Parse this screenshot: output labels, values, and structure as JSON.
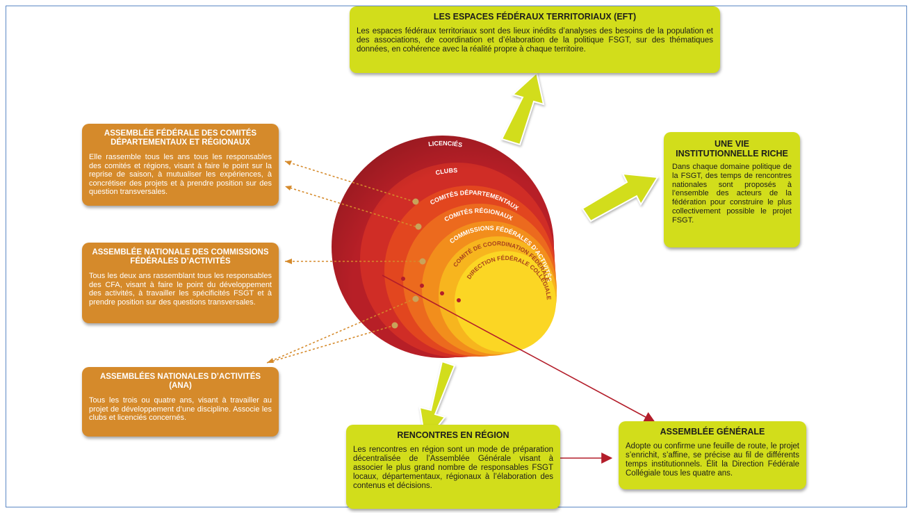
{
  "colors": {
    "yellow_box": "#d2dd1b",
    "orange_box": "#d58a2b",
    "arrow_line": "#b31d2a",
    "outer_ring": "#b71f27",
    "frame_border": "#5b87c5"
  },
  "boxes": {
    "eft": {
      "title": "LES ESPACES FÉDÉRAUX TERRITORIAUX (EFT)",
      "body": "Les espaces fédéraux territoriaux sont des lieux inédits d’analyses des besoins de la population et des associations, de coordination et d’élaboration de la politique FSGT, sur des thématiques données, en cohérence avec la réalité propre à chaque territoire."
    },
    "vie_institutionnelle": {
      "title": "UNE VIE INSTITUTIONNELLE RICHE",
      "body": "Dans chaque domaine politique de la FSGT, des temps de rencontres nationales sont proposés à l’ensemble des acteurs de la fédération pour construire le plus collectivement possible le projet FSGT."
    },
    "assemblee_federale": {
      "title": "ASSEMBLÉE FÉDÉRALE DES COMITÉS DÉPARTEMENTAUX ET RÉGIONAUX",
      "body": "Elle rassemble tous les ans tous les responsables des comités et régions, visant à faire le point sur la reprise de saison, à mutualiser les expériences, à concrétiser des projets et à prendre position sur des question transversales."
    },
    "assemblee_nationale_cfa": {
      "title": "ASSEMBLÉE NATIONALE DES COMMISSIONS FÉDÉRALES D’ACTIVITÉS",
      "body": "Tous les deux ans rassemblant tous les responsables des CFA, visant à faire le point du développement des activités, à travailler les spécificités FSGT et à prendre position sur des questions transversales."
    },
    "ana": {
      "title": "ASSEMBLÉES NATIONALES D’ACTIVITÉS (ANA)",
      "body": "Tous les trois ou quatre ans, visant à travailler au projet de développement d’une discipline. Associe les clubs et licenciés concernés."
    },
    "rencontres_region": {
      "title": "RENCONTRES EN RÉGION",
      "body": "Les rencontres en région sont un mode de préparation décentralisée de l’Assemblée Générale visant à associer le plus grand nombre de responsables FSGT locaux, départementaux, régionaux à l’élaboration des contenus et décisions."
    },
    "assemblee_generale": {
      "title": "ASSEMBLÉE GÉNÉRALE",
      "body": "Adopte ou confirme une feuille de route, le projet s’enrichit, s’affine, se précise au fil de différents temps institutionnels. Élit la Direction Fédérale Collégiale tous les quatre ans."
    }
  },
  "circles": [
    {
      "label": "LICENCIÉS",
      "color": "#b71f27"
    },
    {
      "label": "CLUBS",
      "color": "#d02d26"
    },
    {
      "label": "COMITÉS DÉPARTEMENTAUX",
      "color": "#e2461f"
    },
    {
      "label": "COMITÉS RÉGIONAUX",
      "color": "#ec6a1e"
    },
    {
      "label": "COMMISSIONS FÉDÉRALES D’ACTIVITÉS",
      "color": "#f28e1c"
    },
    {
      "label": "COMITÉ DE COORDINATION FÉDÉRALE",
      "color": "#f7b51e"
    },
    {
      "label": "DIRECTION FÉDÉRALE COLLÉGIALE",
      "color": "#fbd624"
    }
  ]
}
